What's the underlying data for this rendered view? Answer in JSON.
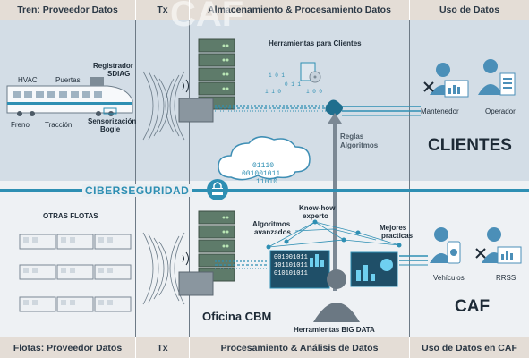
{
  "header": {
    "col1": "Tren: Proveedor Datos",
    "col2": "Tx",
    "col3": "Almacenamiento & Procesamiento Datos",
    "col4": "Uso de Datos"
  },
  "footer": {
    "col1": "Flotas: Proveedor Datos",
    "col2": "Tx",
    "col3": "Procesamiento & Análisis de Datos",
    "col4": "Uso de Datos en CAF"
  },
  "train": {
    "hvac": "HVAC",
    "puertas": "Puertas",
    "registrador": "Registrador",
    "sdiag": "SDIAG",
    "freno": "Freno",
    "traccion": "Tracción",
    "sensorizacion": "Sensorización",
    "bogie": "Bogie"
  },
  "storage": {
    "tools_clients": "Herramientas para Clientes",
    "reglas": "Reglas",
    "algoritmos": "Algoritmos"
  },
  "clients": {
    "mantenedor": "Mantenedor",
    "operador": "Operador",
    "title": "CLIENTES"
  },
  "cloud": {
    "line1": "01110",
    "line2": "001001011",
    "line3": "11010"
  },
  "cyber": "CIBERSEGURIDAD",
  "fleets": {
    "title": "OTRAS FLOTAS"
  },
  "analysis": {
    "knowhow1": "Know-how",
    "knowhow2": "experto",
    "alg1": "Algoritmos",
    "alg2": "avanzados",
    "best1": "Mejores",
    "best2": "practicas",
    "oficina": "Oficina CBM",
    "bigdata": "Herramientas BIG DATA",
    "bin1": "001001011",
    "bin2": "101101011",
    "bin3": "010101011"
  },
  "caf": {
    "vehiculos": "Vehículos",
    "rrss": "RRSS",
    "title": "CAF"
  },
  "watermark": "CAF",
  "colors": {
    "accent": "#2e8fb3",
    "header_bg": "#e4ddd6",
    "band_top": "#d3dde6",
    "server": "#5e7b6a"
  }
}
